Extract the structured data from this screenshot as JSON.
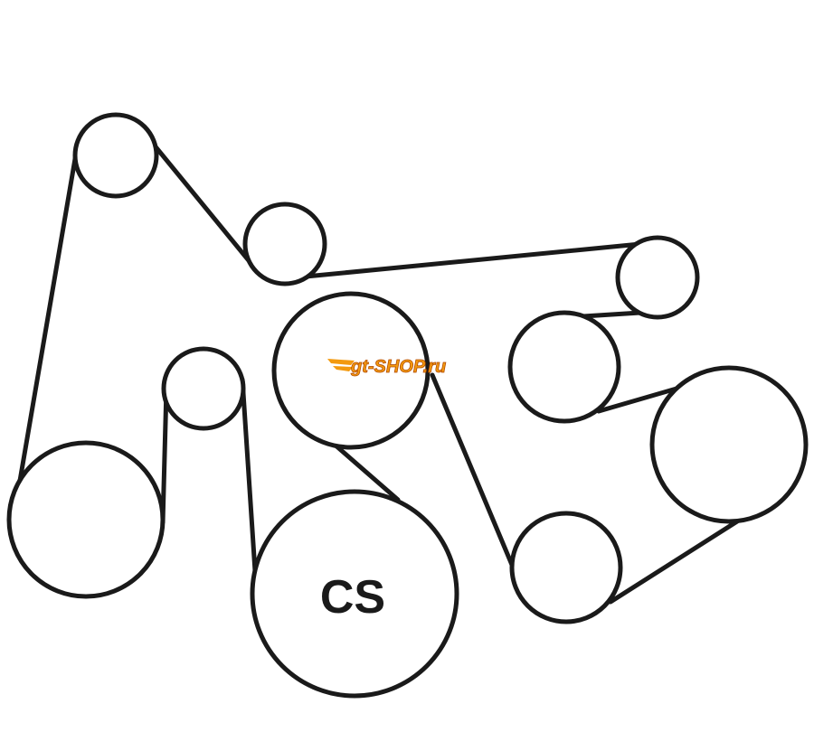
{
  "diagram": {
    "type": "serpentine belt routing",
    "crankshaft_label": "CS",
    "watermark": "gt-shop.ru",
    "colors": {
      "line": "#1a1a1a",
      "watermark": "#f39a0f"
    }
  }
}
